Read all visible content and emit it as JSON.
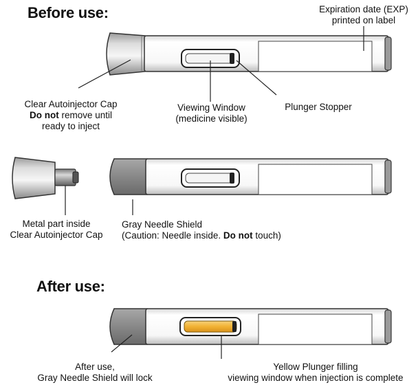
{
  "sections": {
    "before": "Before use:",
    "after": "After use:"
  },
  "labels": {
    "expiration_line1": "Expiration date (EXP)",
    "expiration_line2": "printed on label",
    "cap_line1": "Clear Autoinjector Cap",
    "cap_line2_bold": "Do not",
    "cap_line2_rest": " remove until",
    "cap_line3": "ready to inject",
    "viewing_line1": "Viewing Window",
    "viewing_line2": "(medicine visible)",
    "stopper": "Plunger Stopper",
    "metal_line1": "Metal part inside",
    "metal_line2": "Clear Autoinjector Cap",
    "shield_line1": "Gray Needle Shield",
    "shield_line2_pre": "(Caution: Needle inside. ",
    "shield_line2_bold": "Do not",
    "shield_line2_post": " touch)",
    "lock_line1": "After use,",
    "lock_line2": "Gray Needle Shield will lock",
    "yellow_line1": "Yellow Plunger filling",
    "yellow_line2": "viewing window when injection is complete"
  },
  "colors": {
    "outline": "#333333",
    "body": "#f4f4f4",
    "shield_gray": "#8c8c8c",
    "plunger_yellow": "#f2b233"
  }
}
